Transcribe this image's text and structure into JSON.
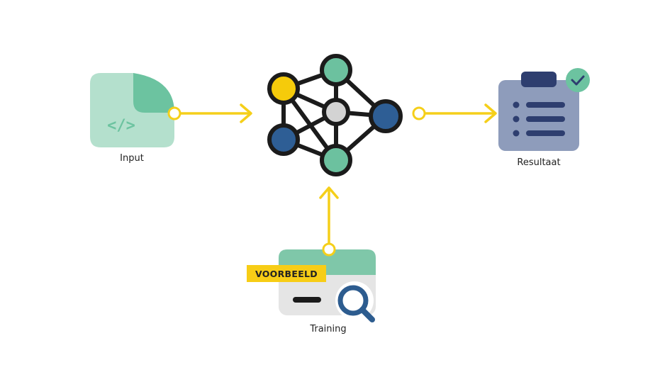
{
  "nodes": {
    "input": {
      "label": "Input",
      "icon": "code-file-icon",
      "code_glyph": "</>"
    },
    "model": {
      "icon": "neural-network-icon"
    },
    "output": {
      "label": "Resultaat",
      "icon": "clipboard-check-icon"
    },
    "training": {
      "label": "Training",
      "badge": "VOORBEELD",
      "icon": "magnifier-icon"
    }
  },
  "colors": {
    "accent_yellow": "#F5CF1A",
    "green_light": "#B4E0CD",
    "green_mid": "#6CC3A0",
    "network_green": "#6CC19F",
    "network_blue": "#2E5E95",
    "network_gray": "#D3D3D3",
    "clipboard_body": "#8E9CBB",
    "navy": "#2E3E6F",
    "outline": "#1B1B1B",
    "training_gray": "#E5E5E5",
    "training_green": "#7FC7A9",
    "magnifier_blue": "#2D5C8F"
  }
}
